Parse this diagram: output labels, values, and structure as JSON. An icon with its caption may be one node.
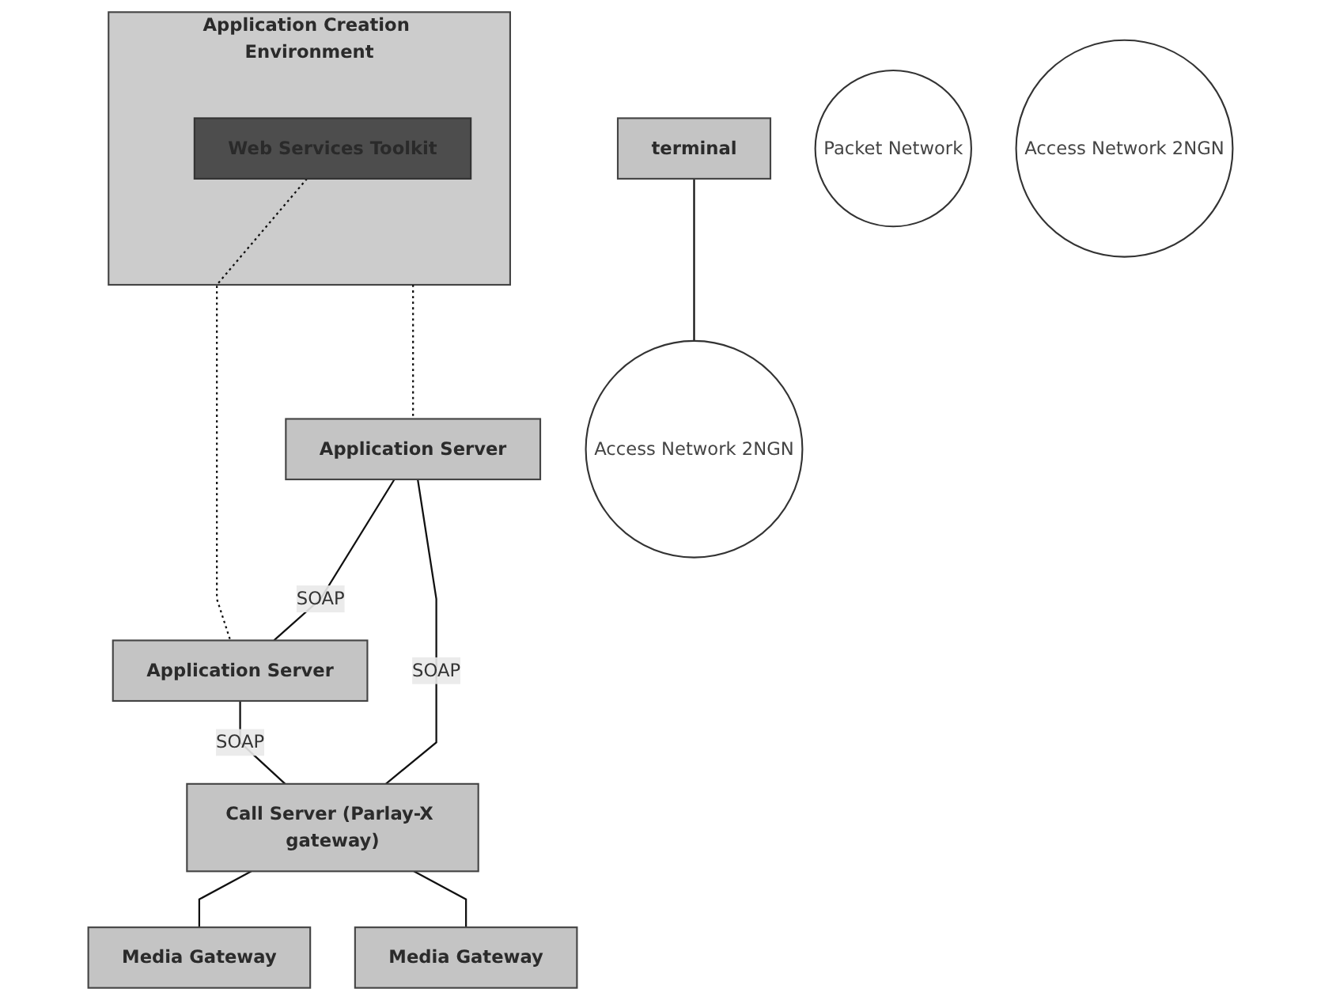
{
  "diagram": {
    "nodes": [
      {
        "text": [
          "Application Creation Environment"
        ]
      },
      {
        "text": [
          "Web Services Toolkit"
        ],
        "in": 0
      },
      {
        "text": [
          "Application Server"
        ]
      },
      {
        "text": [
          "Application Server"
        ]
      },
      {
        "text": [
          "Call Server (Parlay-X gateway)"
        ]
      },
      {
        "text": [
          "terminal"
        ]
      },
      {
        "text": [
          "Access Network 2NGN"
        ]
      },
      {
        "text": [
          "Media Gateway"
        ]
      },
      {
        "text": [
          "Packet Network"
        ]
      },
      {
        "text": [
          "Media Gateway"
        ]
      },
      {
        "text": [
          "Access Network 2NGN"
        ]
      }
    ],
    "edges": [
      {
        "from": 0,
        "to": 2,
        "arrow": "none",
        "style": "dashed"
      },
      {
        "from": 1,
        "to": 3,
        "arrow": "none",
        "style": "dashed"
      },
      {
        "from": 2,
        "to": 3,
        "arrow": "none",
        "label": "SOAP"
      },
      {
        "from": 2,
        "to": 4,
        "arrow": "none",
        "label": "SOAP"
      },
      {
        "from": 3,
        "to": 4,
        "arrow": "none",
        "label": "SOAP"
      },
      {
        "from": 4,
        "to": 7,
        "arrow": "none"
      },
      {
        "from": 4,
        "to": 9,
        "arrow": "none"
      },
      {
        "from": 5,
        "to": 6,
        "arrow": "none"
      }
    ]
  }
}
